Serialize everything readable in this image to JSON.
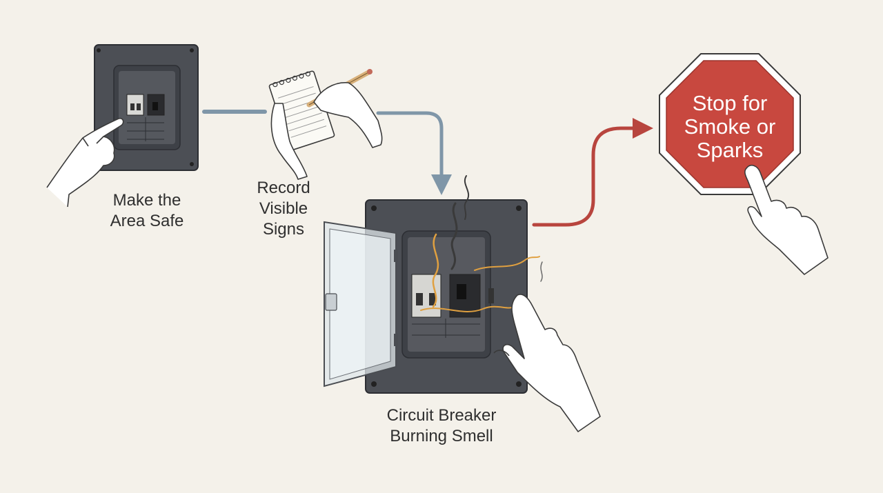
{
  "steps": {
    "make_safe": {
      "line1": "Make the",
      "line2": "Area Safe"
    },
    "record_signs": {
      "line1": "Record",
      "line2": "Visible",
      "line3": "Signs"
    },
    "burning_smell": {
      "line1": "Circuit Breaker",
      "line2": "Burning Smell"
    },
    "stop_sign": {
      "line1": "Stop for",
      "line2": "Smoke or",
      "line3": "Sparks"
    }
  },
  "colors": {
    "background": "#f4f1ea",
    "panel": "#4c4f55",
    "connector": "#7f96a8",
    "warning_arrow": "#b8453e",
    "stop_fill": "#c8483f",
    "smoke_orange": "#e0a040"
  }
}
